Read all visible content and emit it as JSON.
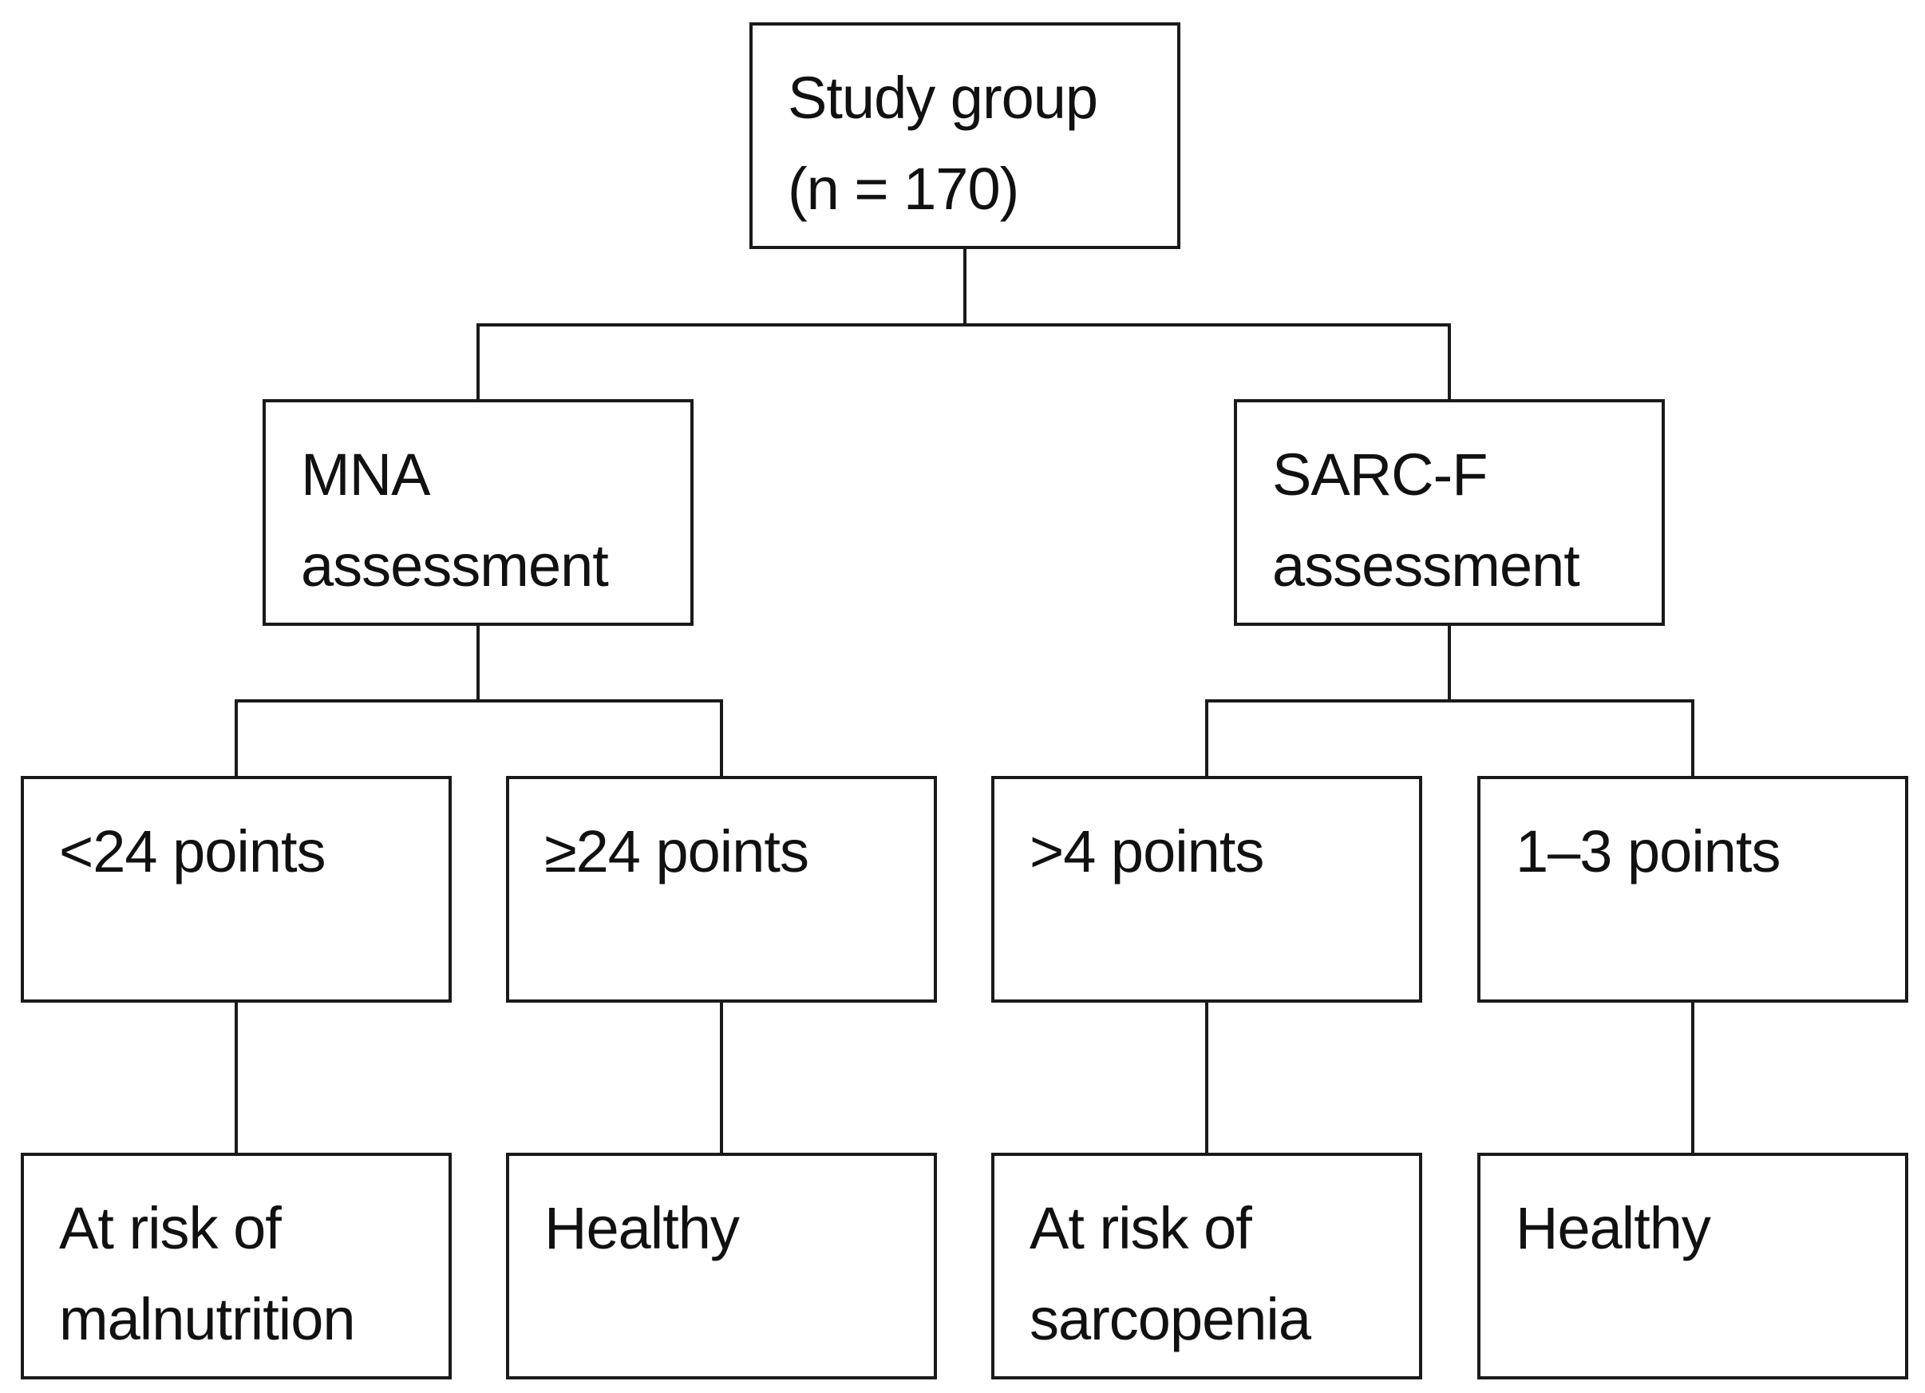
{
  "root": {
    "line1": "Study group",
    "line2": "(n = 170)"
  },
  "branches": [
    {
      "line1": "MNA",
      "line2": "assessment",
      "criteria": [
        {
          "label": "<24 points",
          "outcome": [
            "At risk of",
            "malnutrition"
          ]
        },
        {
          "label": "≥24 points",
          "outcome": [
            "Healthy"
          ]
        }
      ]
    },
    {
      "line1": "SARC-F",
      "line2": "assessment",
      "criteria": [
        {
          "label": ">4 points",
          "outcome": [
            "At risk of",
            "sarcopenia"
          ]
        },
        {
          "label": "1–3 points",
          "outcome": [
            "Healthy"
          ]
        }
      ]
    }
  ]
}
